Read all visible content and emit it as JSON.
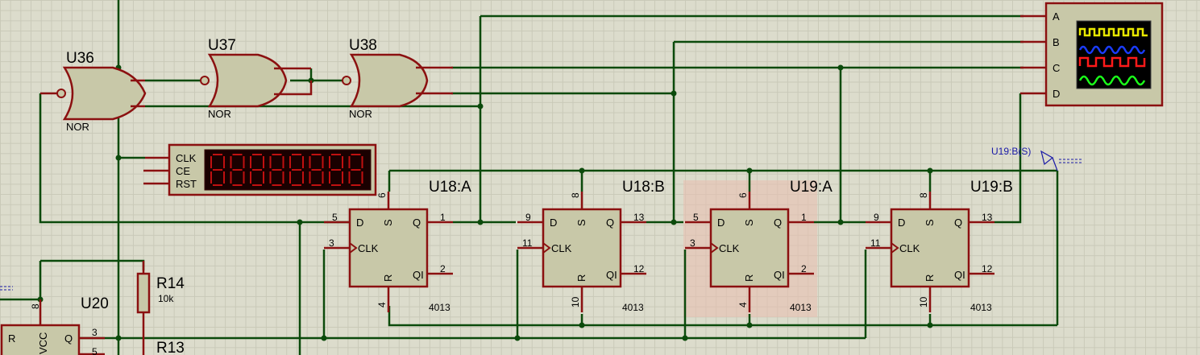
{
  "gates": [
    {
      "ref": "U36",
      "type": "NOR"
    },
    {
      "ref": "U37",
      "type": "NOR"
    },
    {
      "ref": "U38",
      "type": "NOR"
    }
  ],
  "counter": {
    "pins": [
      "CLK",
      "CE",
      "RST"
    ],
    "digits": 8
  },
  "flipflops": [
    {
      "ref": "U18:A",
      "part": "4013",
      "pin_d": "5",
      "pin_clk": "3",
      "pin_s": "6",
      "pin_r": "4",
      "pin_q": "1",
      "pin_qi": "2"
    },
    {
      "ref": "U18:B",
      "part": "4013",
      "pin_d": "9",
      "pin_clk": "11",
      "pin_s": "8",
      "pin_r": "10",
      "pin_q": "13",
      "pin_qi": "12"
    },
    {
      "ref": "U19:A",
      "part": "4013",
      "pin_d": "5",
      "pin_clk": "3",
      "pin_s": "6",
      "pin_r": "4",
      "pin_q": "1",
      "pin_qi": "2"
    },
    {
      "ref": "U19:B",
      "part": "4013",
      "pin_d": "9",
      "pin_clk": "11",
      "pin_s": "8",
      "pin_r": "10",
      "pin_q": "13",
      "pin_qi": "12"
    }
  ],
  "ff_pin_names": {
    "d": "D",
    "s": "S",
    "q": "Q",
    "clk": "CLK",
    "r": "R",
    "qi": "QI"
  },
  "scope": {
    "channels": [
      "A",
      "B",
      "C",
      "D"
    ],
    "trace_colors": [
      "#e8e800",
      "#1a3cff",
      "#ff1a1a",
      "#1aff1a"
    ]
  },
  "resistors": [
    {
      "ref": "R14",
      "value": "10k"
    },
    {
      "ref": "R13"
    }
  ],
  "u20": {
    "ref": "U20",
    "pins": [
      "R",
      "VCC",
      "Q"
    ],
    "pin_numbers": [
      "8",
      "3",
      "5"
    ]
  },
  "probe": {
    "label": "U19:B(S)"
  },
  "colors": {
    "wire": "#0b4a0b",
    "component": "#8b1010",
    "body": "#c8c8a8",
    "highlight": "#e8c0b0"
  }
}
